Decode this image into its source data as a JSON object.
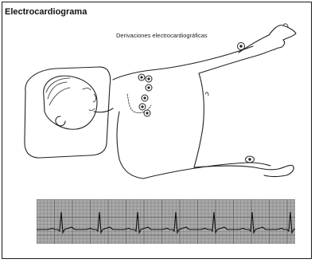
{
  "header": {
    "title": "Electrocardiograma"
  },
  "figure": {
    "caption": "Derivaciones electrocardiográficas",
    "electrodes": {
      "arm_right": "right-arm-electrode",
      "arm_left": "left-arm-electrode",
      "chest_count": 6
    }
  },
  "ecg": {
    "grid_color": "#6a6a6a",
    "background": "#a9a9a9",
    "trace_color": "#111111"
  }
}
